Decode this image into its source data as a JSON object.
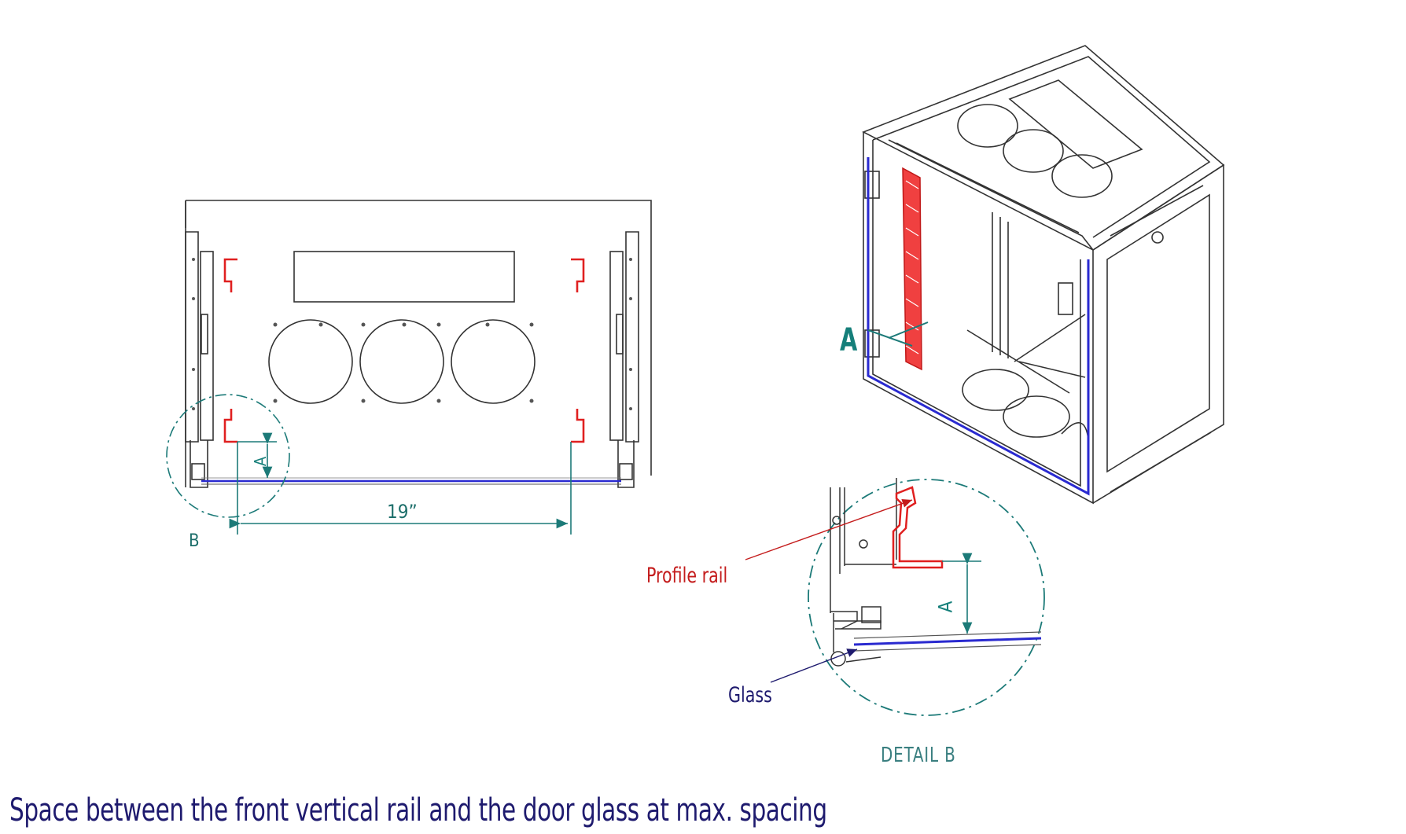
{
  "caption": "Space between the front vertical rail and the door glass at max. spacing",
  "front_view": {
    "dimension_label": "19”",
    "dimension_a": "A",
    "detail_circle_label": "B"
  },
  "iso_view": {
    "marker_label": "A"
  },
  "detail_view": {
    "profile_rail_label": "Profile rail",
    "glass_label": "Glass",
    "dimension_a": "A",
    "title": "DETAIL B"
  },
  "colors": {
    "rail_red": "#e02020",
    "glass_blue": "#2a2ad0",
    "dimension_teal": "#1c7a78",
    "caption_navy": "#1e1a6e"
  }
}
